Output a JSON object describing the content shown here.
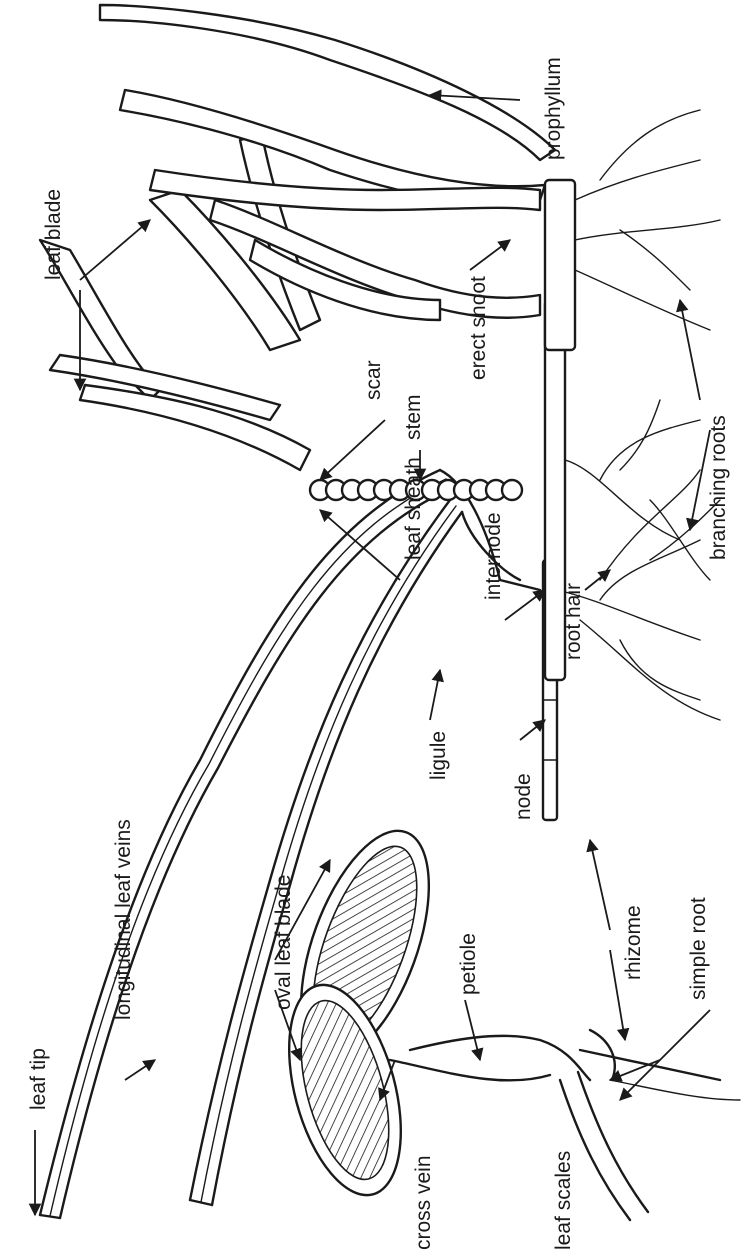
{
  "labels": {
    "leaf_tip": "leaf tip",
    "longitudinal_leaf_veins": "longitudinal leaf veins",
    "oval_leaf_blade": "oval leaf blade",
    "petiole": "petiole",
    "cross_vein": "cross vein",
    "leaf_scales": "leaf scales",
    "rhizome": "rhizome",
    "simple_root": "simple root",
    "ligule": "ligule",
    "node": "node",
    "internode": "internode",
    "root_hair": "root hair",
    "leaf_sheath": "leaf sheath",
    "scar": "scar",
    "stem": "stem",
    "branching_roots": "branching roots",
    "leaf_blade": "leaf blade",
    "erect_shoot": "erect shoot",
    "prophyllum": "prophyllum"
  }
}
